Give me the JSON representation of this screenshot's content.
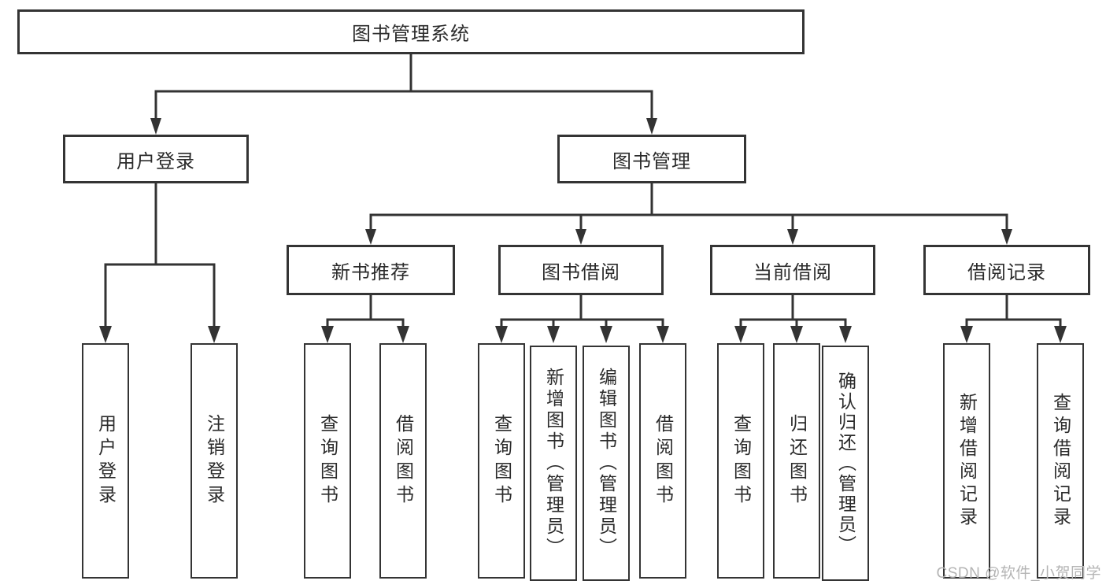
{
  "diagram": {
    "title": "图书管理系统",
    "watermark": "CSDN @软件_小贺同学",
    "colors": {
      "line": "#333333",
      "border": "#343434",
      "text": "#2b2b2b",
      "background": "#ffffff",
      "watermark": "#b4b4b4"
    }
  },
  "nodes": {
    "root": {
      "label": "图书管理系统"
    },
    "user_login": {
      "label": "用户登录"
    },
    "book_management": {
      "label": "图书管理"
    },
    "new_book_recommend": {
      "label": "新书推荐"
    },
    "book_borrow": {
      "label": "图书借阅"
    },
    "current_borrow": {
      "label": "当前借阅"
    },
    "borrow_records": {
      "label": "借阅记录"
    },
    "leaf_user_login": {
      "label": "用户登录"
    },
    "leaf_logout": {
      "label": "注销登录"
    },
    "leaf_query_book_1": {
      "label": "查询图书"
    },
    "leaf_borrow_book_1": {
      "label": "借阅图书"
    },
    "leaf_query_book_2": {
      "label": "查询图书"
    },
    "leaf_add_book": {
      "label": "新增图书（管理员）"
    },
    "leaf_edit_book": {
      "label": "编辑图书（管理员）"
    },
    "leaf_borrow_book_2": {
      "label": "借阅图书"
    },
    "leaf_query_book_3": {
      "label": "查询图书"
    },
    "leaf_return_book": {
      "label": "归还图书"
    },
    "leaf_confirm_return": {
      "label": "确认归还（管理员）"
    },
    "leaf_add_borrow_record": {
      "label": "新增借阅记录"
    },
    "leaf_query_borrow_record": {
      "label": "查询借阅记录"
    }
  },
  "hierarchy": {
    "图书管理系统": {
      "用户登录": [
        "用户登录",
        "注销登录"
      ],
      "图书管理": {
        "新书推荐": [
          "查询图书",
          "借阅图书"
        ],
        "图书借阅": [
          "查询图书",
          "新增图书（管理员）",
          "编辑图书（管理员）",
          "借阅图书"
        ],
        "当前借阅": [
          "查询图书",
          "归还图书",
          "确认归还（管理员）"
        ],
        "借阅记录": [
          "新增借阅记录",
          "查询借阅记录"
        ]
      }
    }
  }
}
